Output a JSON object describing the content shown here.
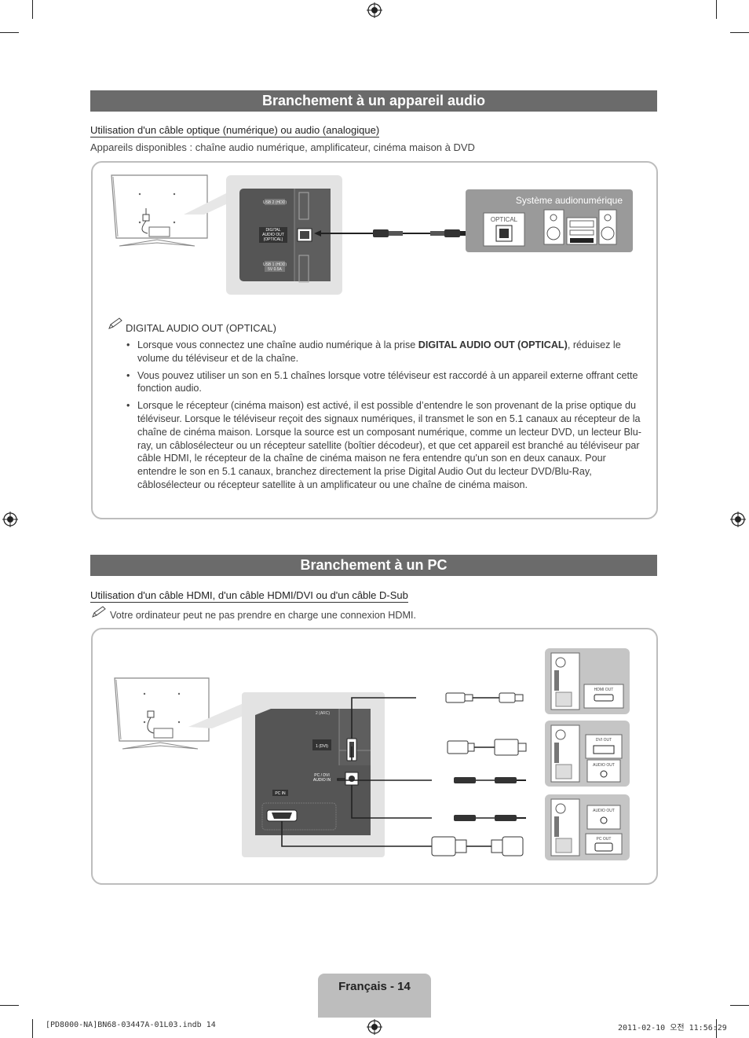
{
  "section1": {
    "title": "Branchement à un appareil audio",
    "subheading": "Utilisation d'un câble optique (numérique) ou audio (analogique)",
    "available": "Appareils disponibles : chaîne audio numérique, amplificateur, cinéma maison à DVD",
    "diagram": {
      "system_label": "Système audionumérique",
      "optical_label": "OPTICAL",
      "port_usb2": "USB 2 (HDD)",
      "port_digital_line1": "DIGITAL",
      "port_digital_line2": "AUDIO OUT",
      "port_digital_line3": "(OPTICAL)",
      "port_usb1_line1": "USB 1 (HDD)",
      "port_usb1_line2": "5V 0.5A"
    },
    "note_title": "DIGITAL AUDIO OUT (OPTICAL)",
    "bullet1_pre": "Lorsque vous connectez une chaîne audio numérique à la prise ",
    "bullet1_bold": "DIGITAL AUDIO OUT (OPTICAL)",
    "bullet1_post": ", réduisez le volume du téléviseur et de la chaîne.",
    "bullet2": "Vous pouvez utiliser un son en 5.1 chaînes lorsque votre téléviseur est raccordé à un appareil externe offrant cette fonction audio.",
    "bullet3": "Lorsque le récepteur (cinéma maison) est activé, il est possible d’entendre le son provenant de la prise optique du téléviseur. Lorsque le téléviseur reçoit des signaux numériques, il transmet le son en 5.1 canaux au récepteur de la chaîne de cinéma maison. Lorsque la source est un composant numérique, comme un lecteur DVD, un lecteur Blu-ray, un câblosélecteur ou un récepteur satellite (boîtier décodeur), et que cet appareil est branché au téléviseur par câble HDMI, le récepteur de la chaîne de cinéma maison ne fera entendre qu'un son en deux canaux. Pour entendre le son en 5.1 canaux, branchez directement la prise Digital Audio Out du lecteur DVD/Blu-Ray, câblosélecteur ou récepteur satellite à un amplificateur ou une chaîne de cinéma maison."
  },
  "section2": {
    "title": "Branchement à un PC",
    "subheading": "Utilisation d'un câble HDMI, d'un câble HDMI/DVI ou d'un câble D-Sub",
    "note": "Votre ordinateur peut ne pas prendre en charge une connexion HDMI.",
    "diagram": {
      "port_hdmi2": "2 (ARC)",
      "port_hdmi1": "1 (DVI)",
      "port_pcdvi_line1": "PC / DVI",
      "port_pcdvi_line2": "AUDIO IN",
      "port_pcin": "PC IN",
      "pc1_hdmi_out": "HDMI OUT",
      "pc2_dvi_out": "DVI OUT",
      "pc2_audio_out": "AUDIO OUT",
      "pc3_audio_out": "AUDIO OUT",
      "pc3_pc_out": "PC OUT"
    }
  },
  "footer": {
    "page_label": "Français - 14",
    "file": "[PD8000-NA]BN68-03447A-01L03.indb   14",
    "timestamp": "2011-02-10   오전 11:56:29"
  }
}
